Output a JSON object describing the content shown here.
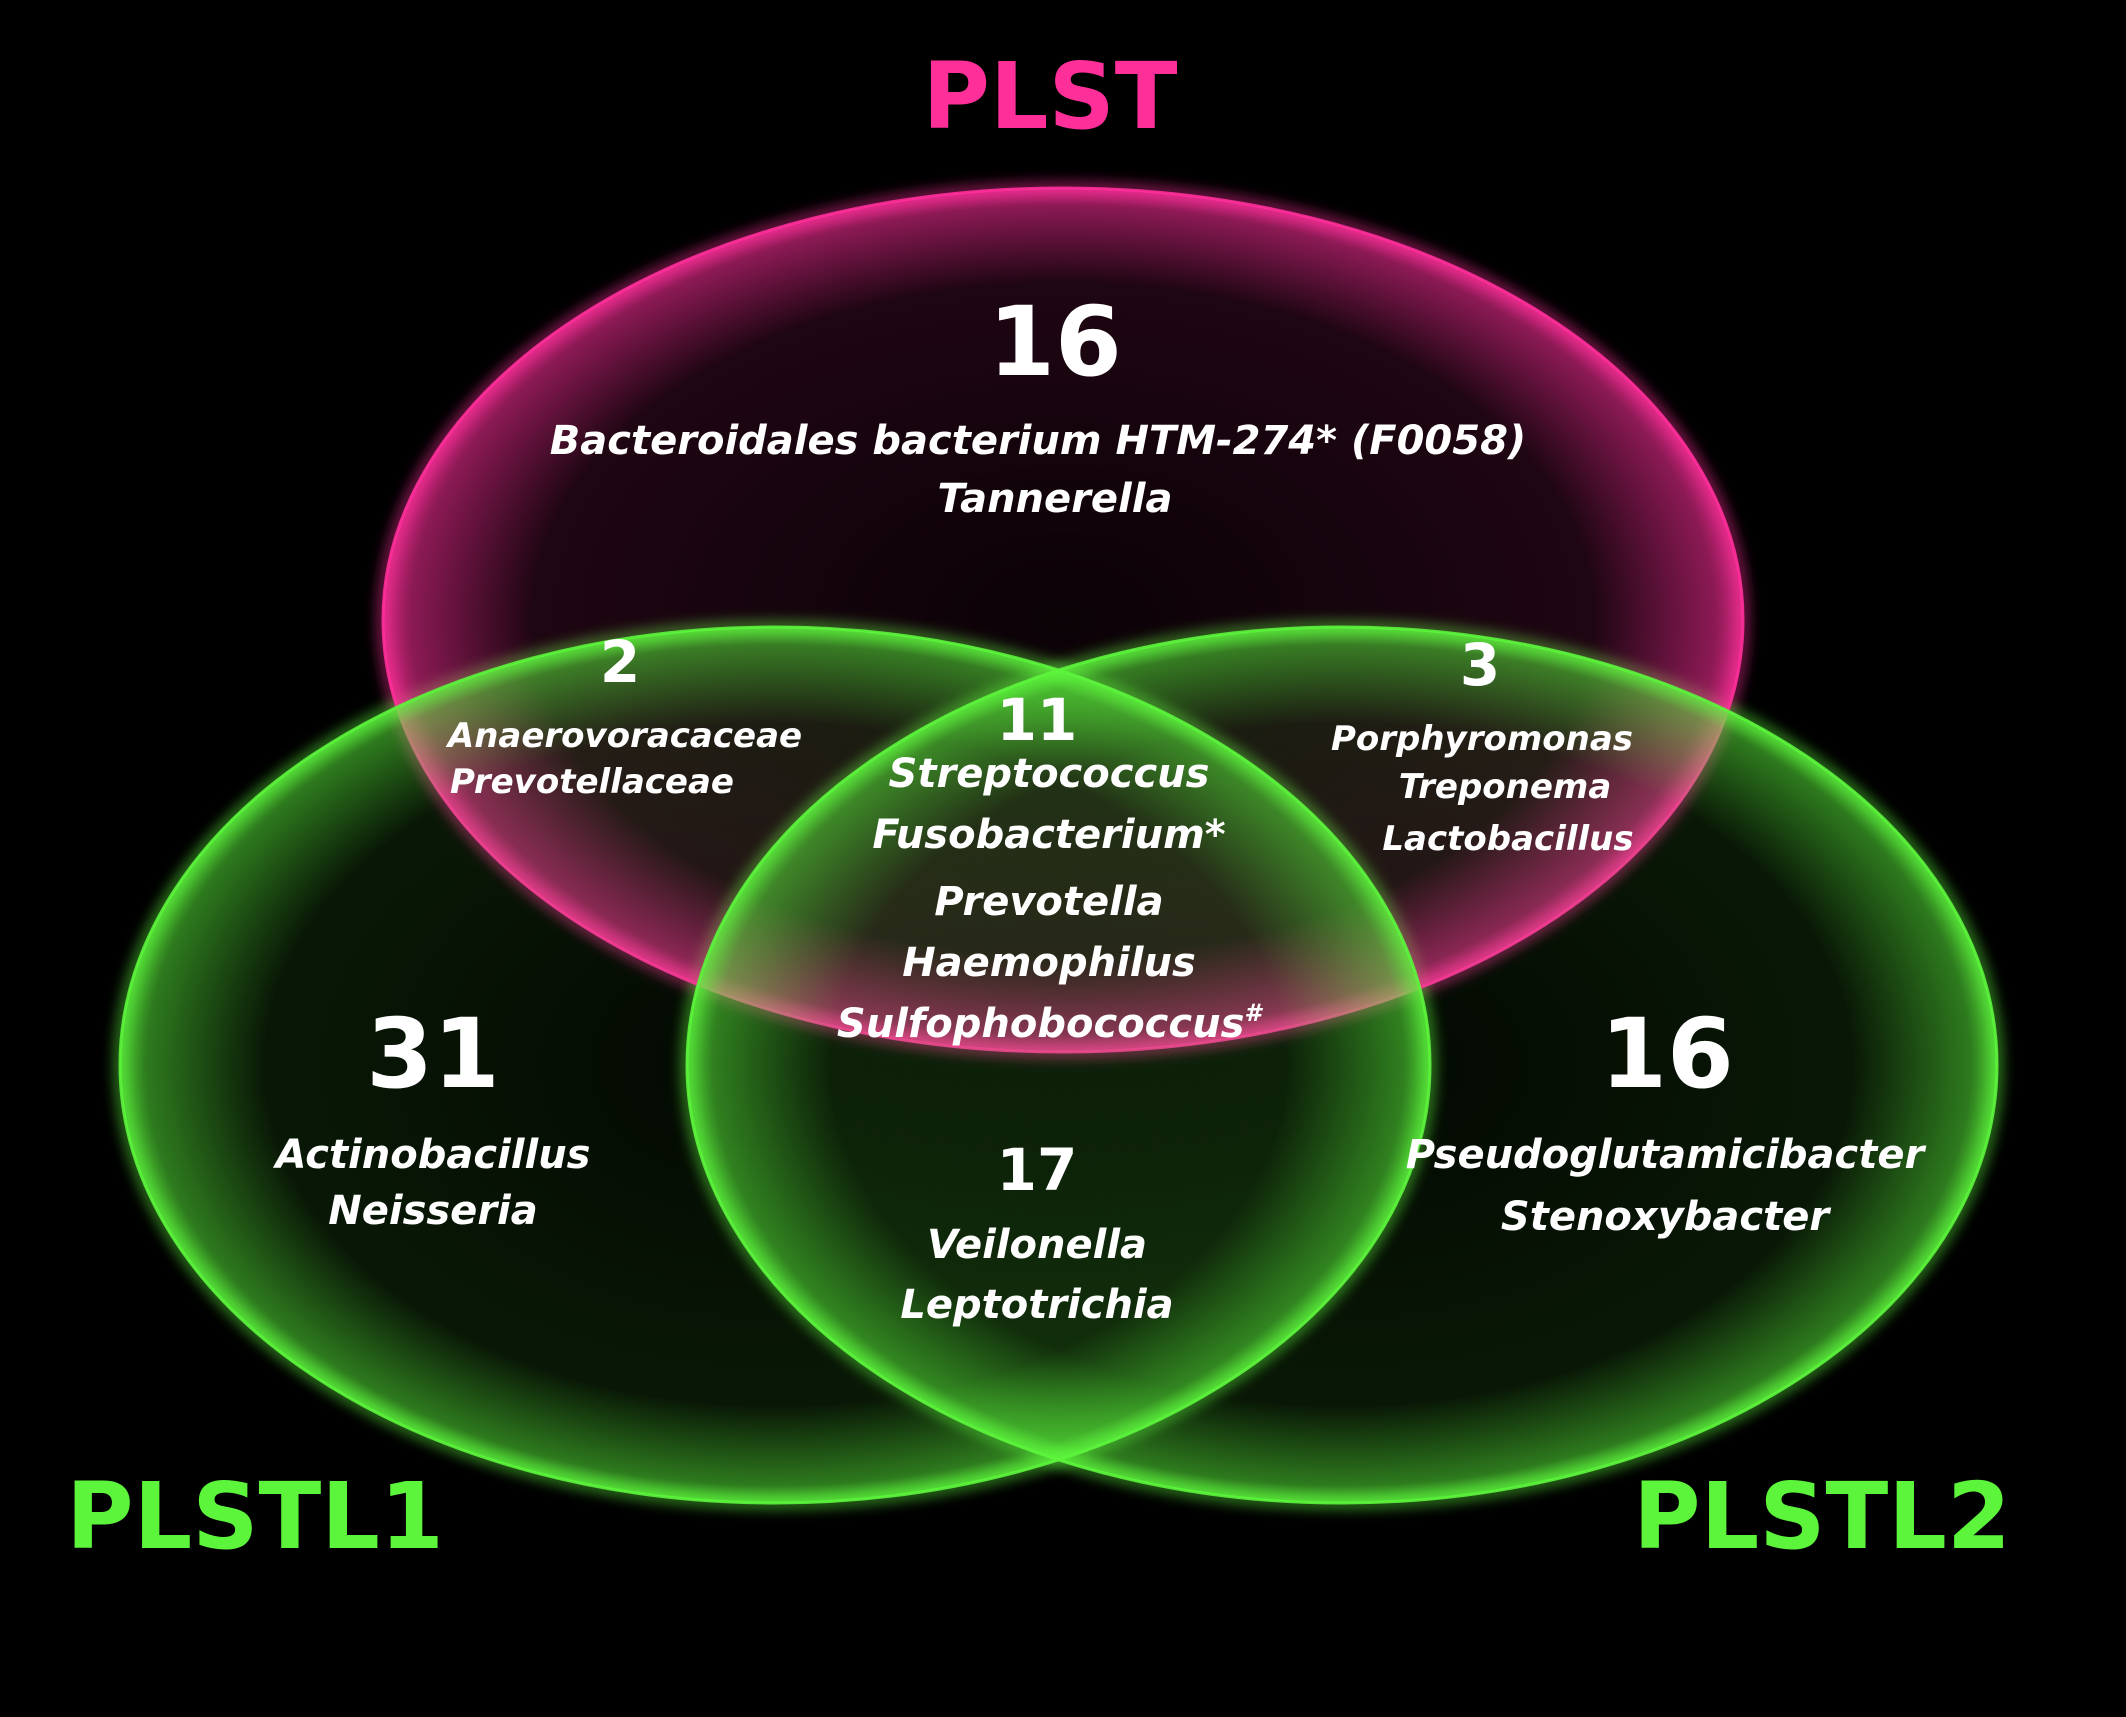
{
  "colors": {
    "background": "#000000",
    "plst": "#ff2f9a",
    "plstl": "#5cf53c",
    "text": "#ffffff"
  },
  "sets": {
    "plst": "PLST",
    "plstl1": "PLSTL1",
    "plstl2": "PLSTL2"
  },
  "regions": {
    "plst_only": {
      "count": "16",
      "line1": "Bacteroidales bacterium HTM-274* ",
      "line1_upright": "(F0058)",
      "line2": "Tannerella"
    },
    "plst_plstl1": {
      "count": "2",
      "taxa": [
        "Anaerovoracaceae",
        "Prevotellaceae"
      ]
    },
    "plst_plstl2": {
      "count": "3",
      "taxa": [
        "Porphyromonas",
        "Treponema",
        "Lactobacillus"
      ]
    },
    "all_three": {
      "count": "11",
      "taxa": [
        "Streptococcus",
        "Fusobacterium*",
        "Prevotella",
        "Haemophilus"
      ],
      "last_taxon": "Sulfophobococcus",
      "last_mark": "#"
    },
    "plstl1_only": {
      "count": "31",
      "taxa": [
        "Actinobacillus",
        "Neisseria"
      ]
    },
    "plstl2_only": {
      "count": "16",
      "taxa": [
        "Pseudoglutamicibacter",
        "Stenoxybacter"
      ]
    },
    "plstl1_plstl2": {
      "count": "17",
      "taxa": [
        "Veilonella",
        "Leptotrichia"
      ]
    }
  }
}
